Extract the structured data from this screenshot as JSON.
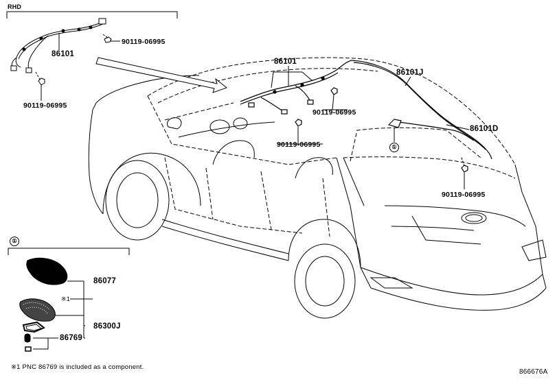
{
  "diagram": {
    "section_rhd": {
      "title": "RHD"
    },
    "section_detail": {
      "marker": "①"
    },
    "labels": {
      "rhd_harness": "86101",
      "rhd_clip_top": "90119-06995",
      "rhd_clip_bottom": "90119-06995",
      "main_harness": "86101",
      "main_clip_a": "90119-06995",
      "main_clip_b": "90119-06995",
      "harness_j": "86101J",
      "harness_d": "86101D",
      "rear_clip": "90119-06995",
      "car_callout": "①",
      "antenna_cover": "86077",
      "note_mark": "※1",
      "antenna_assy": "86300J",
      "gasket": "86769"
    },
    "footnote": "※1 PNC 86769 is included as a component.",
    "figure_id": "866676A"
  }
}
